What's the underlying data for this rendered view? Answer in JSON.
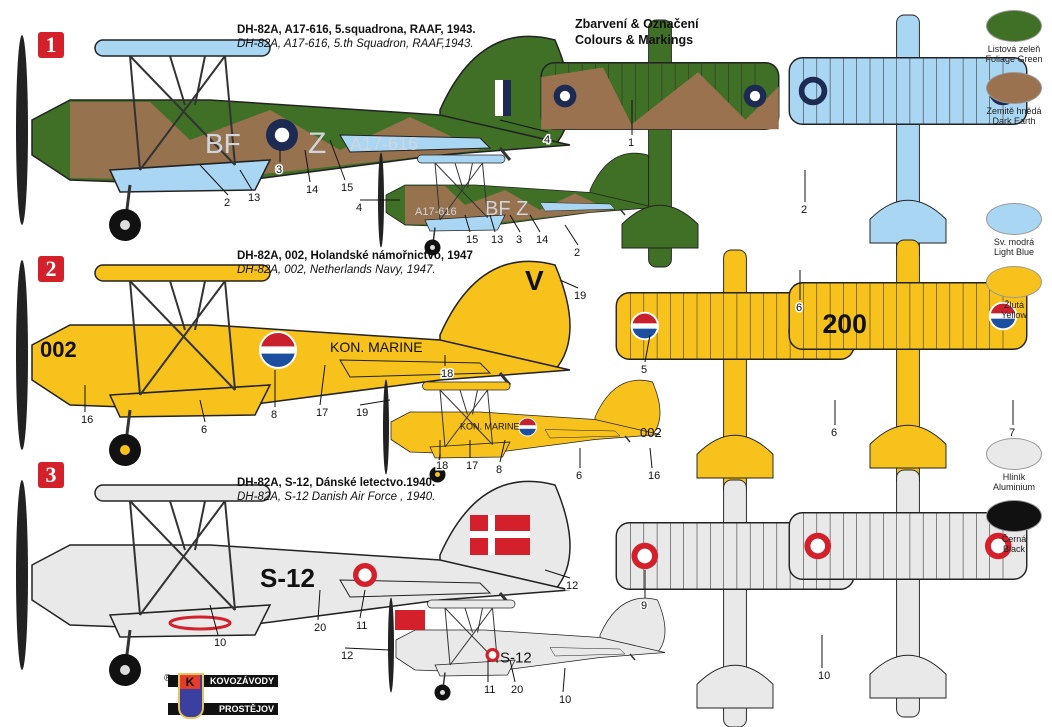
{
  "heading": {
    "cz": "Zbarvení & Označení",
    "en": "Colours & Markings"
  },
  "colors": {
    "green": "#3f7026",
    "earth": "#9b7250",
    "blue": "#a9d6f2",
    "yellow": "#f7c21b",
    "alu": "#e9e9ea",
    "black": "#111111",
    "red": "#d3202a",
    "navy": "#1d2a52"
  },
  "legend": [
    {
      "cz": "Listová  zeleň",
      "en": "Foliage Green",
      "color": "#3f7026"
    },
    {
      "cz": "Zemitě hnědá",
      "en": "Dark Earth",
      "color": "#9b7250"
    },
    {
      "cz": "Sv. modrá",
      "en": "Light Blue",
      "color": "#a9d6f2"
    },
    {
      "cz": "Žlutá",
      "en": "Yellow",
      "color": "#f7c21b"
    },
    {
      "cz": "Hliník",
      "en": "Aluminium",
      "color": "#e9e9ea"
    },
    {
      "cz": "Černá",
      "en": "Black",
      "color": "#111111"
    }
  ],
  "profiles": [
    {
      "num": "1",
      "title": "DH-82A, A17-616, 5.squadrona, RAAF, 1943.",
      "subtitle": "DH-82A, A17-616, 5.th Squadron, RAAF,1943.",
      "codes": [
        "BF",
        "Z",
        "A17-616"
      ],
      "callouts_large": [
        "2",
        "13",
        "3",
        "14",
        "15",
        "4"
      ],
      "callouts_small": [
        "4",
        "15",
        "13",
        "3",
        "14",
        "2"
      ],
      "callouts_top": [
        "1"
      ],
      "callouts_bottom": [
        "2"
      ]
    },
    {
      "num": "2",
      "title": "DH-82A, 002, Holandské námořnictvo, 1947",
      "subtitle": "DH-82A, 002, Netherlands Navy, 1947.",
      "codes": [
        "002",
        "V",
        "KON. MARINE"
      ],
      "callouts_large": [
        "16",
        "6",
        "8",
        "17",
        "18",
        "19"
      ],
      "callouts_small": [
        "19",
        "18",
        "17",
        "8",
        "6",
        "16"
      ],
      "callouts_top": [
        "6",
        "5"
      ],
      "callouts_bottom": [
        "6",
        "7"
      ]
    },
    {
      "num": "3",
      "title": "DH-82A, S-12, Dánské letectvo.1940.",
      "subtitle": "DH-82A, S-12 Danish Air Force , 1940.",
      "codes": [
        "S-12"
      ],
      "callouts_large": [
        "10",
        "20",
        "11",
        "12"
      ],
      "callouts_small": [
        "12",
        "11",
        "20",
        "10"
      ],
      "callouts_top": [
        "9"
      ],
      "callouts_bottom": [
        "10"
      ]
    }
  ],
  "bottom_code": "200",
  "logo": {
    "line1": "KOVOZÁVODY",
    "line2": "PROSTĚJOV",
    "mark": "K",
    "reg": "®"
  }
}
